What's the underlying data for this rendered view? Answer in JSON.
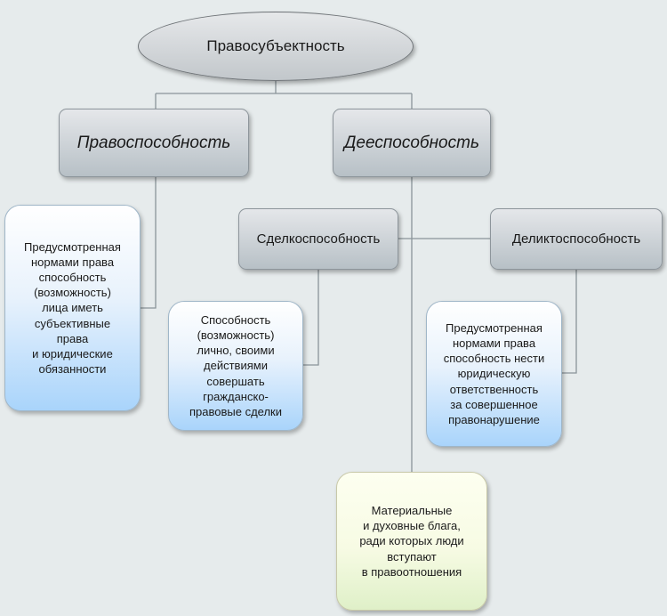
{
  "diagram": {
    "root": {
      "label": "Правосубъектность"
    },
    "legal_capacity": {
      "label": "Правоспособность"
    },
    "active_capacity": {
      "label": "Дееспособность"
    },
    "transaction_capacity": {
      "label": "Сделкоспособность"
    },
    "tort_capacity": {
      "label": "Деликтоспособность"
    },
    "def_legal_capacity": {
      "text": "Предусмотренная\nнормами права\nспособность\n(возможность)\nлица иметь\nсубъективные\nправа\nи юридические\nобязанности"
    },
    "def_transaction_capacity": {
      "text": "Способность\n(возможность)\nлично, своими\nдействиями\nсовершать\nгражданско-\nправовые сделки"
    },
    "def_tort_capacity": {
      "text": "Предусмотренная\nнормами права\nспособность нести\nюридическую\nответственность\nза совершенное\nправонарушение"
    },
    "benefits": {
      "text": "Материальные\nи духовные блага,\nради которых люди\nвступают\nв правоотношения"
    },
    "colors": {
      "background": "#e6ebec",
      "connector": "#8a9499",
      "gray_box": "#c2c9ce",
      "blue_box": "#a9d4fb",
      "cream_box": "#f7fbe4"
    }
  }
}
